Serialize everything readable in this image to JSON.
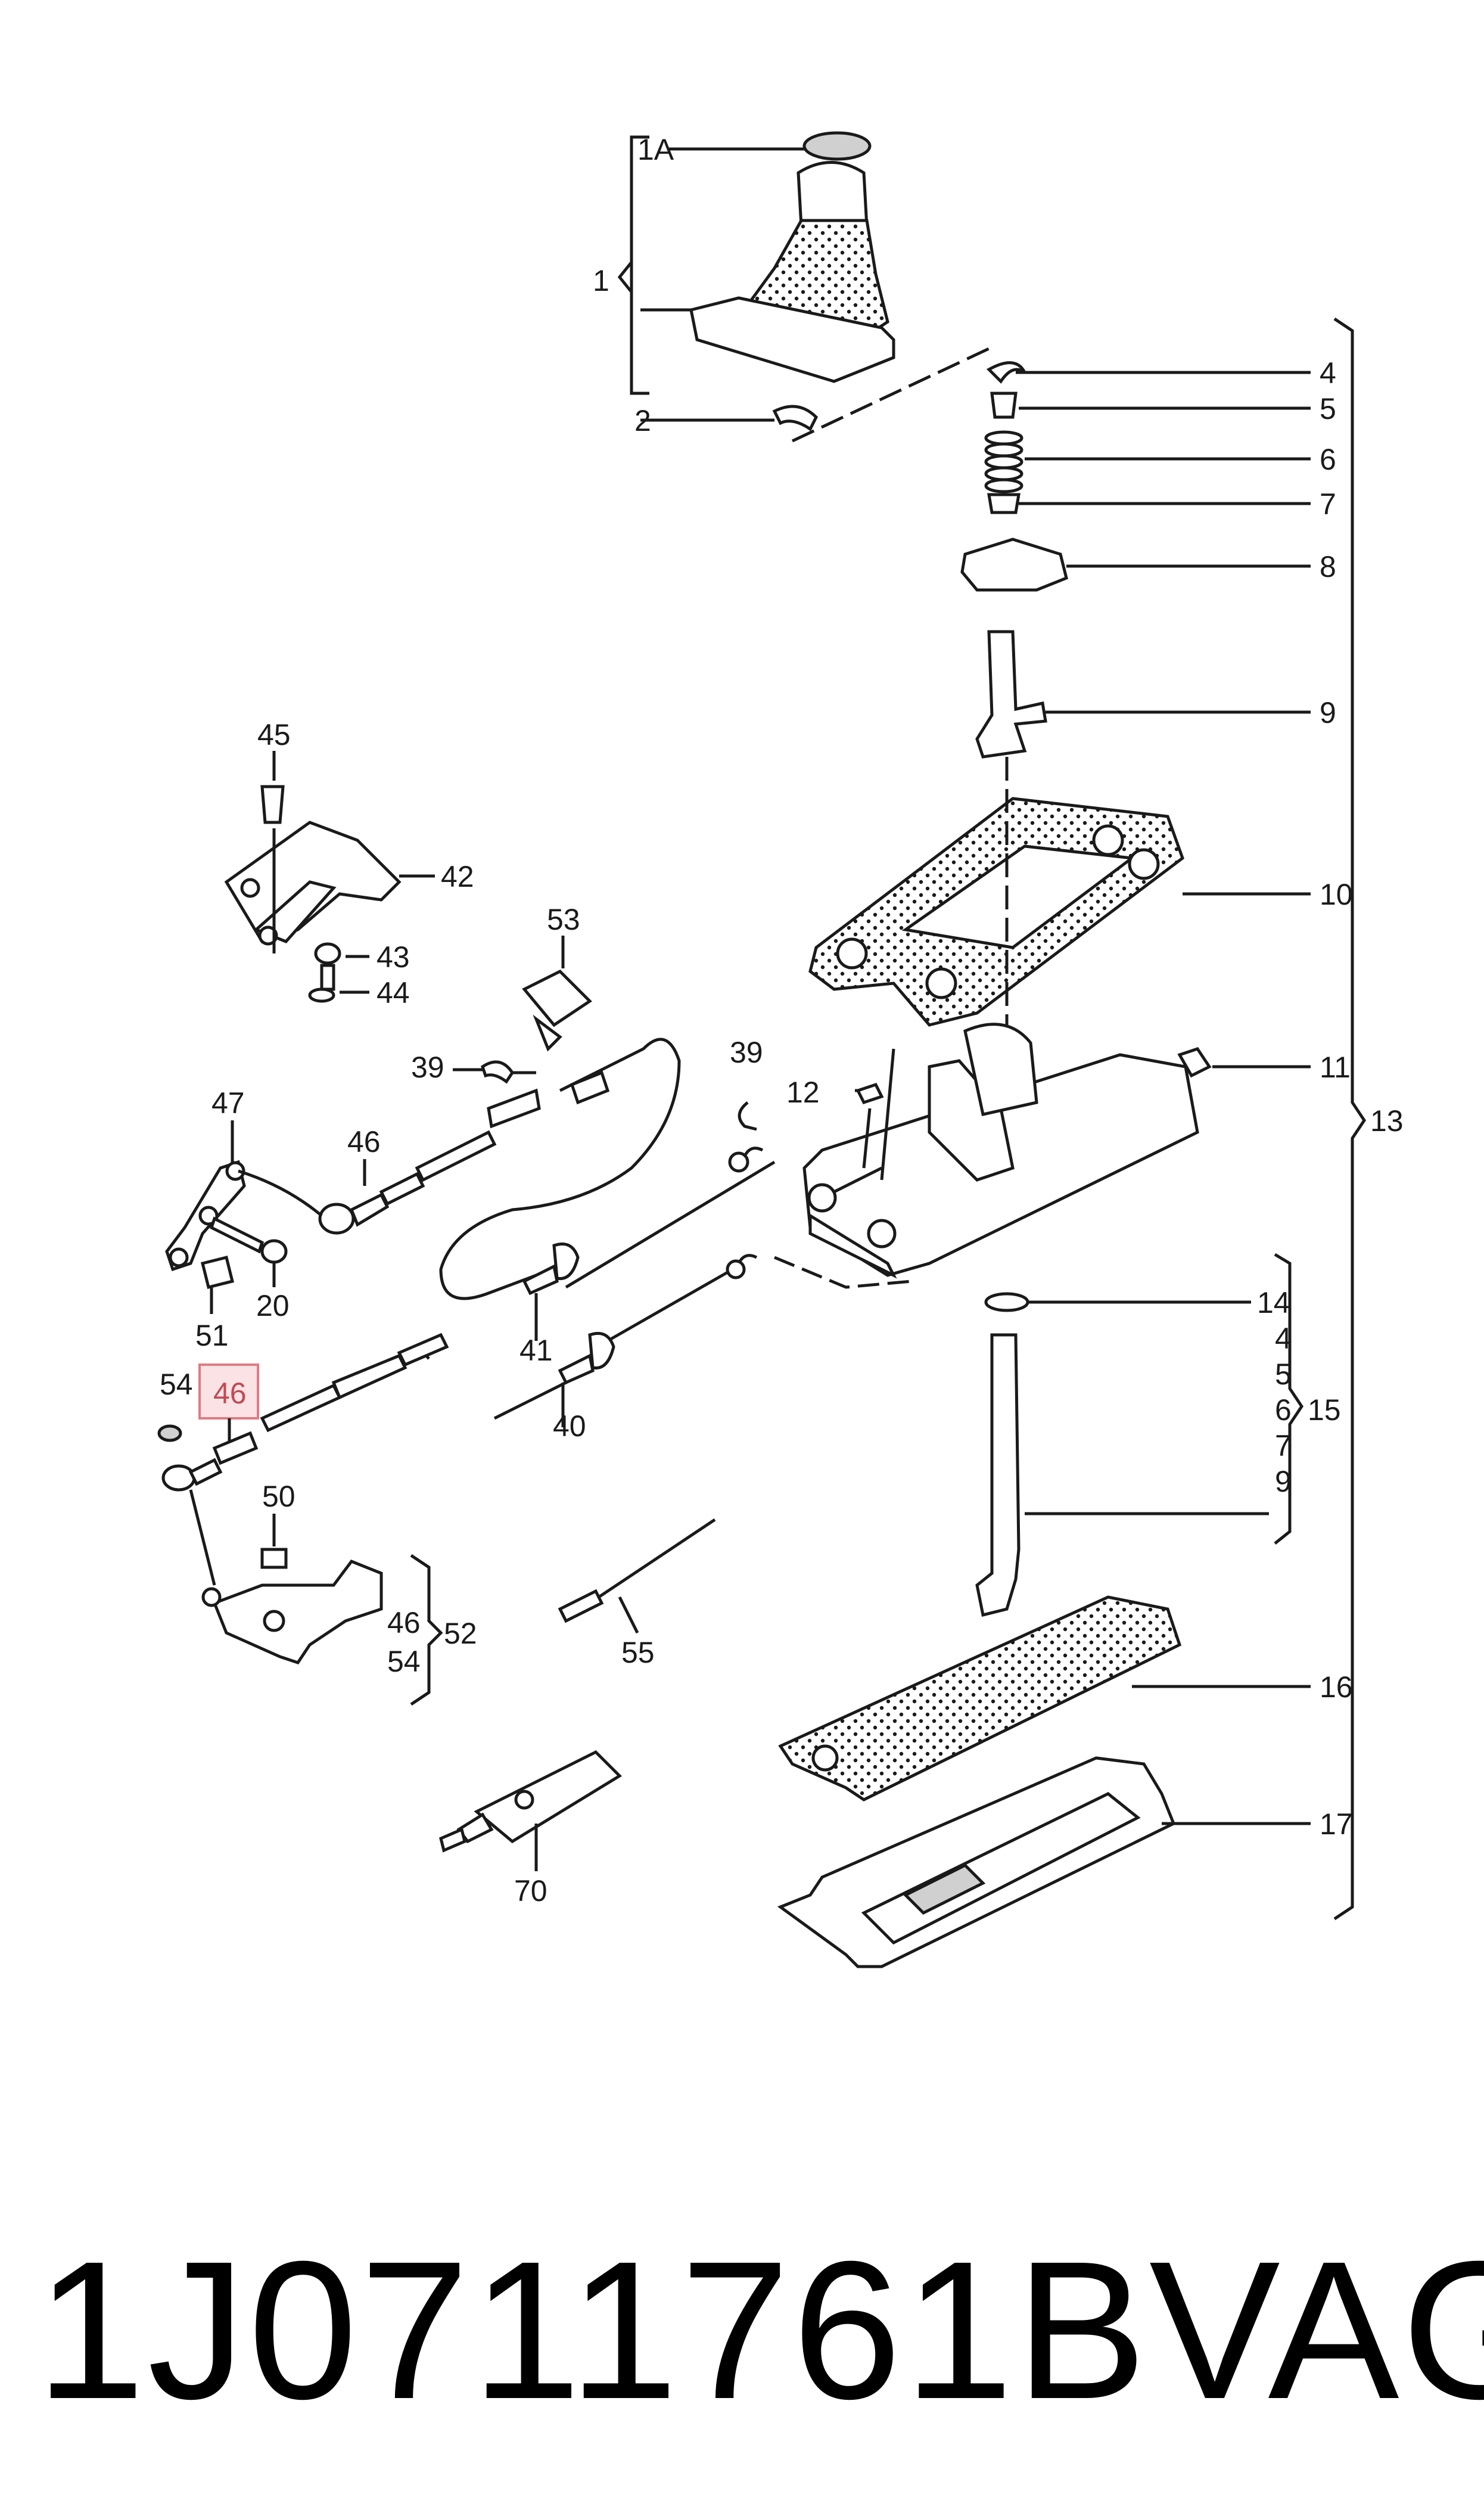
{
  "labels": {
    "l1A": "1A",
    "l1": "1",
    "l2": "2",
    "l4": "4",
    "l5": "5",
    "l6": "6",
    "l7": "7",
    "l8": "8",
    "l9": "9",
    "l10": "10",
    "l11": "11",
    "l12": "12",
    "l13": "13",
    "l14": "14",
    "l15": "15",
    "g4": "4",
    "g5": "5",
    "g6": "6",
    "g7": "7",
    "g9": "9",
    "l16": "16",
    "l17": "17",
    "l20": "20",
    "l39a": "39",
    "l39b": "39",
    "l40": "40",
    "l41": "41",
    "l42": "42",
    "l43": "43",
    "l44": "44",
    "l45": "45",
    "l46a": "46",
    "l46b": "46",
    "l46c": "46",
    "l47": "47",
    "l50": "50",
    "l51": "51",
    "l52": "52",
    "l53": "53",
    "l54a": "54",
    "l54b": "54",
    "l55": "55",
    "l70": "70"
  },
  "footer": {
    "part_number": "1J0711761B",
    "brand": "VAG"
  },
  "colors": {
    "highlight_border": "#e07a85",
    "highlight_fill": "#fbe3e5",
    "highlight_text": "#c24a55"
  }
}
